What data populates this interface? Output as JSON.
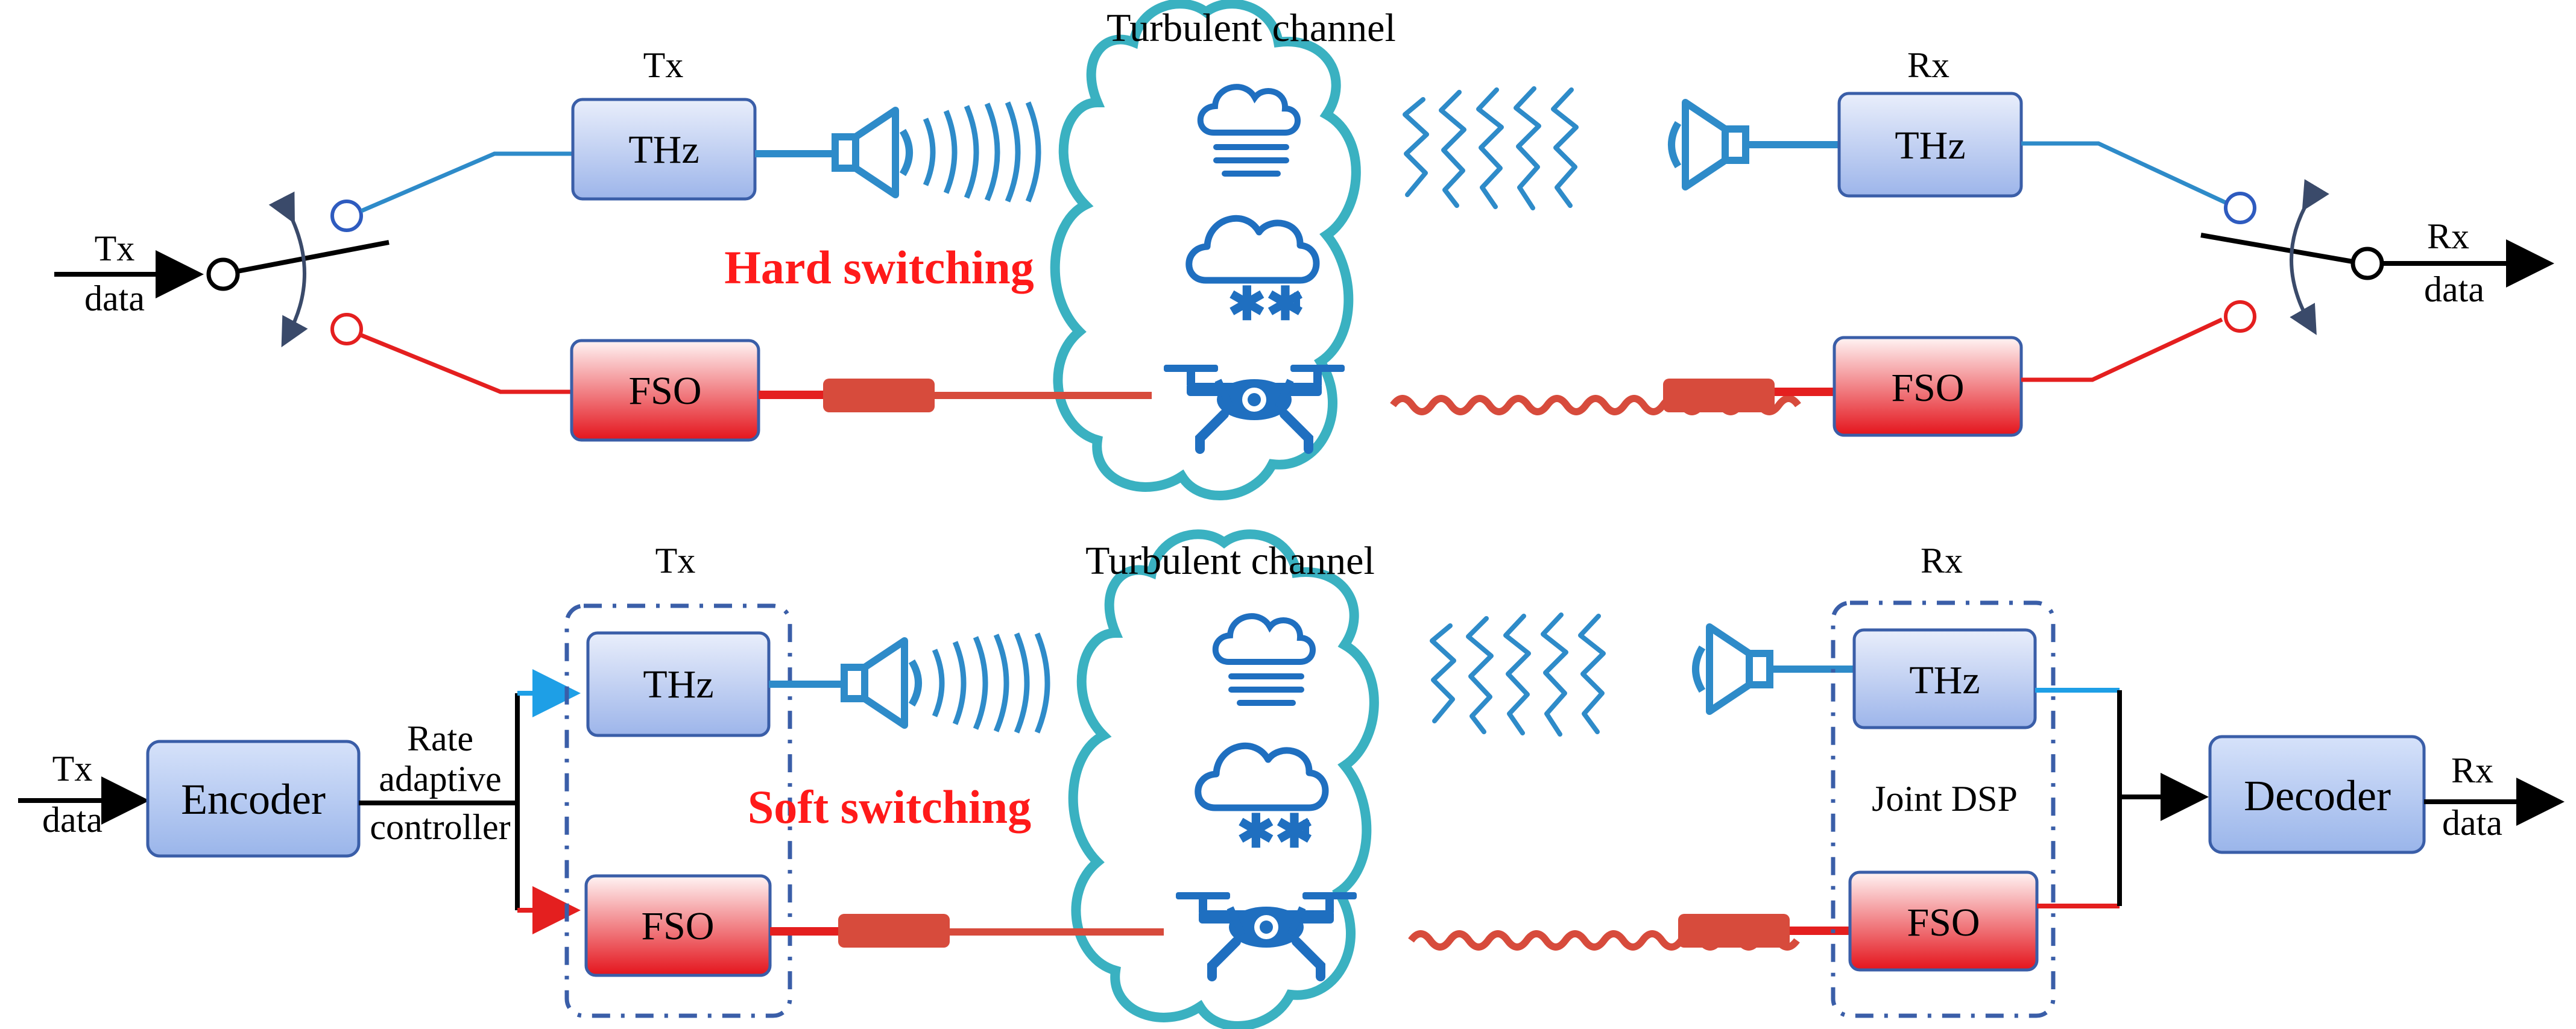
{
  "top": {
    "channel_title": "Turbulent channel",
    "tx_title": "Tx",
    "rx_title": "Rx",
    "thz_tx": "THz",
    "fso_tx": "FSO",
    "thz_rx": "THz",
    "fso_rx": "FSO",
    "tx_data_line1": "Tx",
    "tx_data_line2": "data",
    "rx_data_line1": "Rx",
    "rx_data_line2": "data",
    "mode_label": "Hard switching"
  },
  "bottom": {
    "channel_title": "Turbulent channel",
    "tx_title": "Tx",
    "rx_title": "Rx",
    "thz_tx": "THz",
    "fso_tx": "FSO",
    "thz_rx": "THz",
    "fso_rx": "FSO",
    "encoder": "Encoder",
    "decoder": "Decoder",
    "controller_line1": "Rate",
    "controller_line2": "adaptive",
    "controller_line3": "controller",
    "joint_dsp": "Joint DSP",
    "tx_data_line1": "Tx",
    "tx_data_line2": "data",
    "rx_data_line1": "Rx",
    "rx_data_line2": "data",
    "mode_label": "Soft switching"
  },
  "colors": {
    "thz_line": "#2e8bc9",
    "fso_line": "#e41f1f",
    "beam": "#d74b3c",
    "cloud": "#3ab1c1",
    "icon": "#1f6fc0",
    "box_border": "#3a5ea8",
    "switch_label": "#ff1a1a"
  },
  "icons": {
    "horn_antenna": "horn-antenna-icon",
    "weather_fog": "fog-cloud-icon",
    "weather_snow": "snow-cloud-icon",
    "drone": "drone-icon"
  }
}
